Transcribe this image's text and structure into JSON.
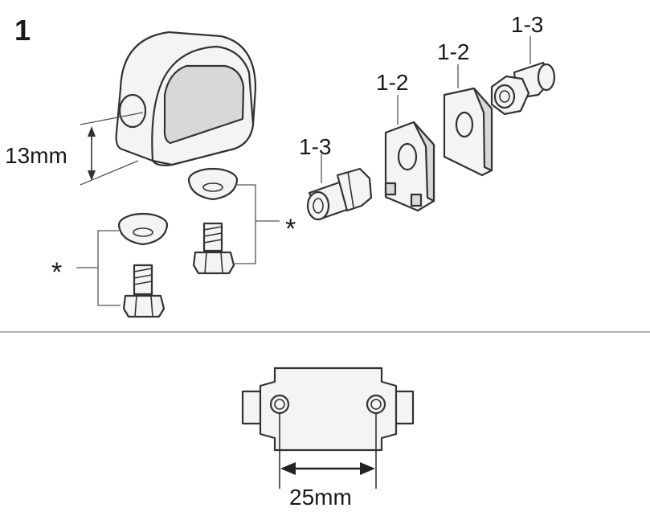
{
  "step_number": "1",
  "dimensions": {
    "height": "13mm",
    "spacing": "25mm"
  },
  "part_labels": {
    "spacer_left": "1-3",
    "bracket_left": "1-2",
    "bracket_right": "1-2",
    "spacer_right": "1-3"
  },
  "callouts": {
    "asterisk_left": "*",
    "asterisk_right": "*"
  },
  "colors": {
    "step_number": "#c8401e",
    "line": "#333333",
    "divider": "#9a9a9a",
    "fill": "#f4f4f4"
  }
}
